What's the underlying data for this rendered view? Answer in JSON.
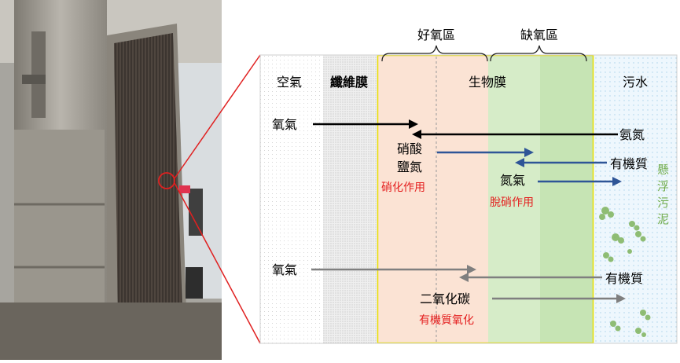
{
  "header": {
    "aerobic_zone": "好氧區",
    "anoxic_zone": "缺氧區"
  },
  "columns": {
    "air": "空氣",
    "fiber_membrane": "纖維膜",
    "biofilm": "生物膜",
    "wastewater": "污水"
  },
  "labels": {
    "oxygen_top": "氧氣",
    "ammonia": "氨氮",
    "nitrate_line1": "硝酸",
    "nitrate_line2": "鹽氮",
    "organic_matter_top": "有機質",
    "nitrogen_gas": "氮氣",
    "oxygen_bottom": "氧氣",
    "organic_matter_bottom": "有機質",
    "carbon_dioxide": "二氧化碳",
    "suspended_sludge": "懸浮污泥"
  },
  "processes": {
    "nitrification": "硝化作用",
    "denitrification": "脫硝作用",
    "organic_oxidation": "有機質氧化"
  },
  "colors": {
    "nitrogen_arrow": "#000000",
    "nitrate_arrow": "#2e5597",
    "carbon_arrow": "#7f7f7f",
    "process_text": "#e41e1e",
    "aerobic_fill": "#fbe3d4",
    "anoxic_fill": "#d6ecc8",
    "callout": "#e02020",
    "sludge": "#6fab4a"
  }
}
